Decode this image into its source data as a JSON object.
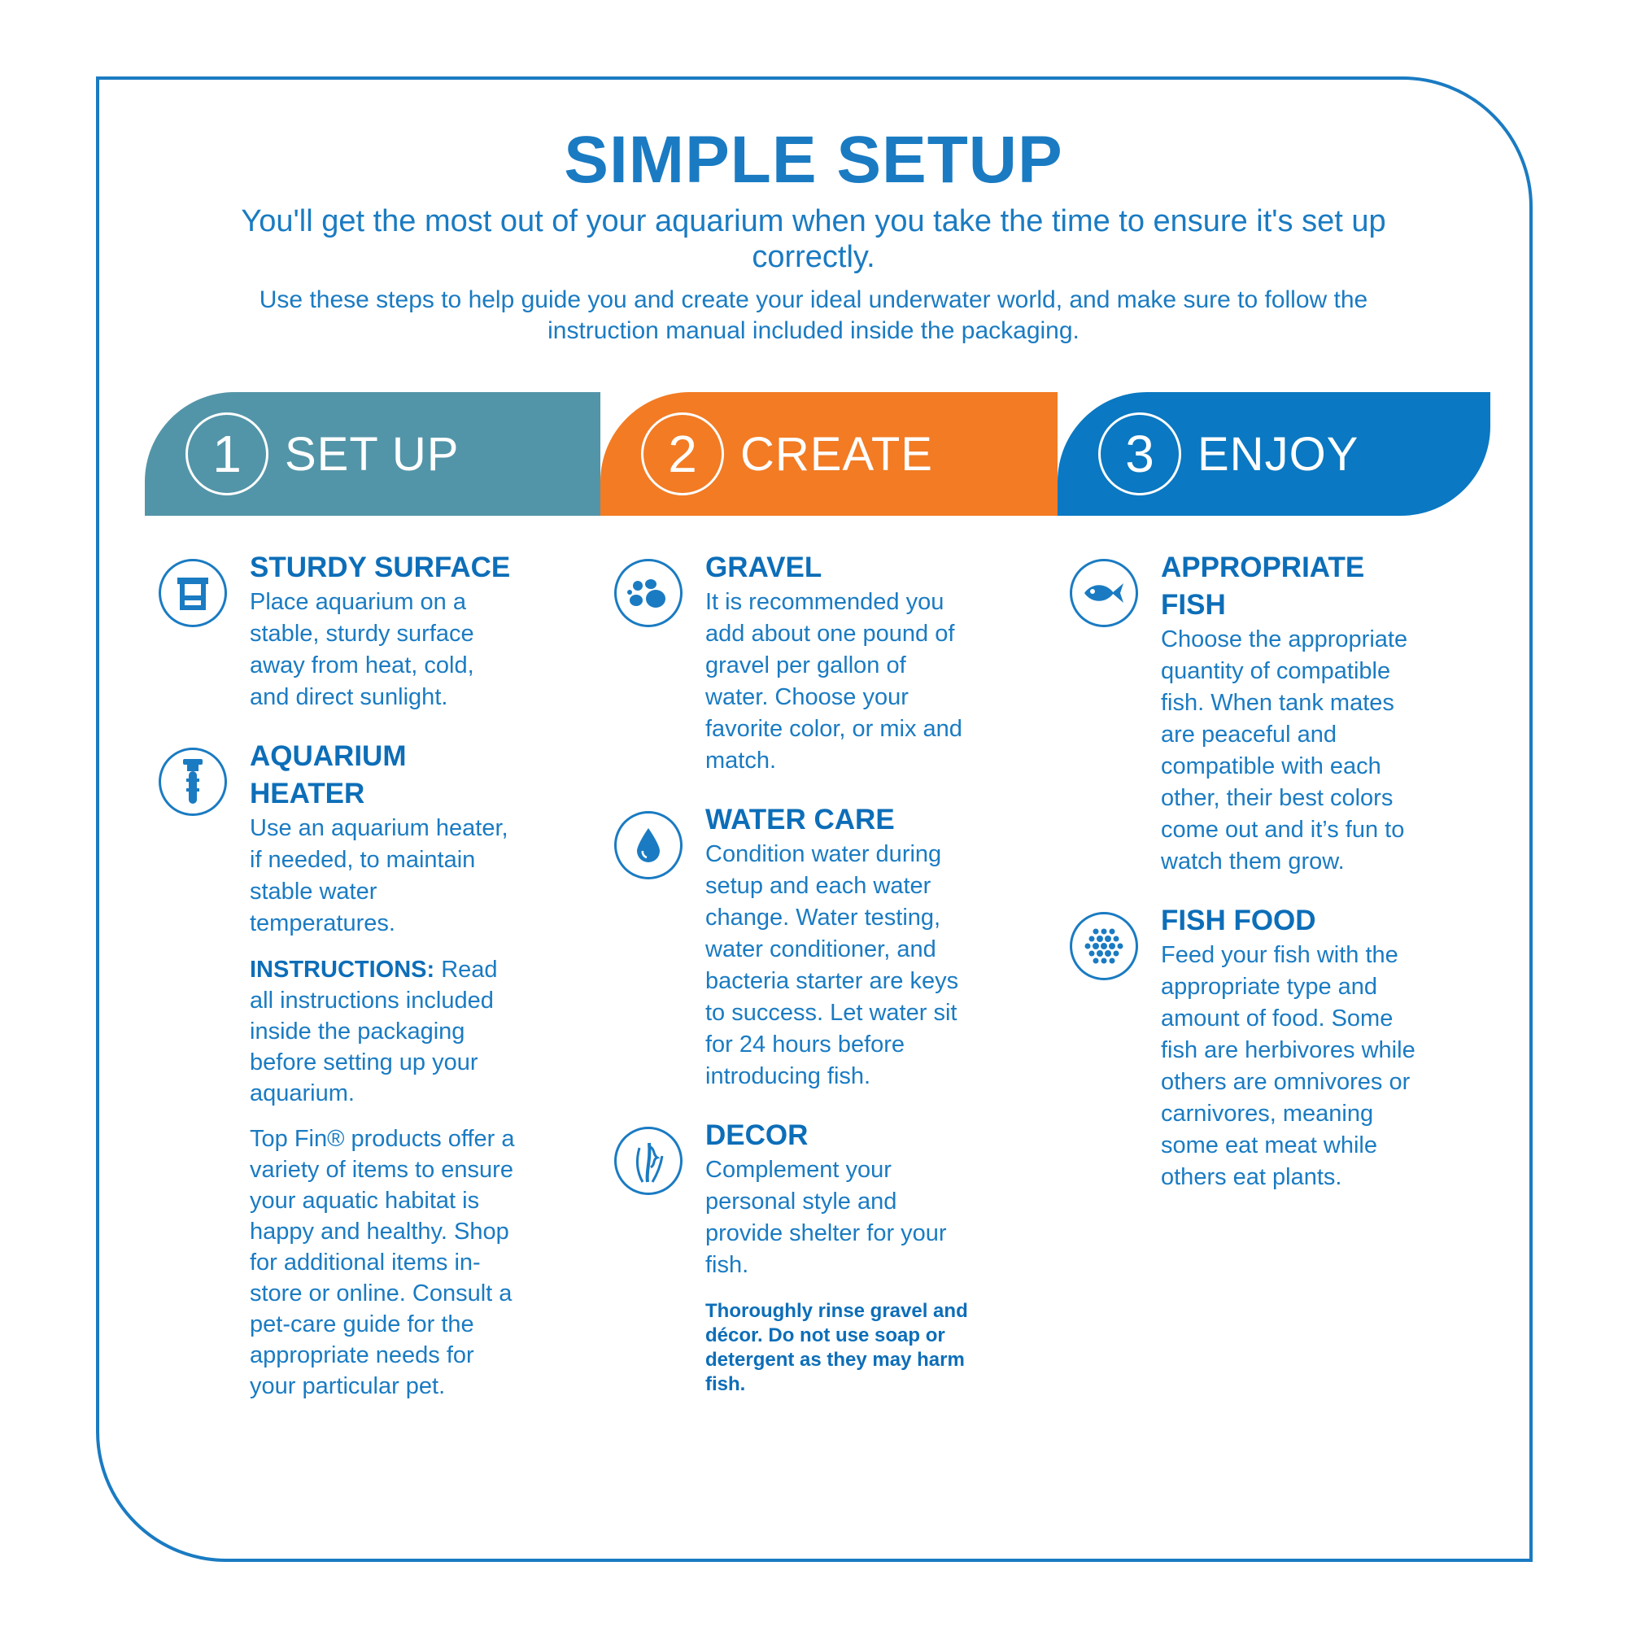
{
  "header": {
    "title": "SIMPLE SETUP",
    "subtitle": "You'll get the most out of your aquarium when you take the time to ensure it's set up correctly.",
    "intro": "Use these steps to help guide you and create your ideal underwater world, and make sure to follow the instruction manual included inside the packaging."
  },
  "steps": [
    {
      "number": "1",
      "label": "SET UP",
      "color": "#5395a8"
    },
    {
      "number": "2",
      "label": "CREATE",
      "color": "#f27b24"
    },
    {
      "number": "3",
      "label": "ENJOY",
      "color": "#0a78c2"
    }
  ],
  "setup": {
    "sturdy": {
      "icon": "stand-icon",
      "heading": "STURDY SURFACE",
      "text": "Place aquarium on a stable, sturdy surface away from heat, cold, and direct sunlight."
    },
    "heater": {
      "icon": "heater-icon",
      "heading": "AQUARIUM HEATER",
      "text": "Use an aquarium heater, if needed, to maintain stable water temperatures."
    },
    "instructions_label": "INSTRUCTIONS:",
    "instructions_text": " Read all instructions included inside the packaging before setting up your aquarium.",
    "topfin_text": "Top Fin® products offer a variety of items to ensure your aquatic habitat is happy and healthy. Shop for additional items in-store or online. Consult a pet-care guide for the appropriate needs for your particular pet."
  },
  "create": {
    "gravel": {
      "icon": "gravel-icon",
      "heading": "GRAVEL",
      "text": "It is recommended you add about one pound of gravel per gallon of water. Choose your favorite color, or mix and match."
    },
    "water": {
      "icon": "water-drop-icon",
      "heading": "WATER CARE",
      "text": "Condition water during setup and each water change. Water testing, water conditioner, and bacteria starter are keys to success. Let water sit for 24 hours before introducing fish."
    },
    "decor": {
      "icon": "plant-icon",
      "heading": "DECOR",
      "text": "Complement your personal style and provide shelter for your fish."
    },
    "warning": "Thoroughly rinse gravel and décor. Do not use soap or detergent as they may harm fish."
  },
  "enjoy": {
    "fish": {
      "icon": "fish-icon",
      "heading": "APPROPRIATE FISH",
      "text": "Choose the appropriate quantity of compatible fish. When tank mates are peaceful and compatible with each other, their best colors come out and it’s fun to watch them grow."
    },
    "food": {
      "icon": "pellets-icon",
      "heading": "FISH FOOD",
      "text": "Feed your fish with the appropriate type and amount of food. Some fish are herbivores while others are omnivores or carnivores, meaning some eat meat while others eat plants."
    }
  }
}
